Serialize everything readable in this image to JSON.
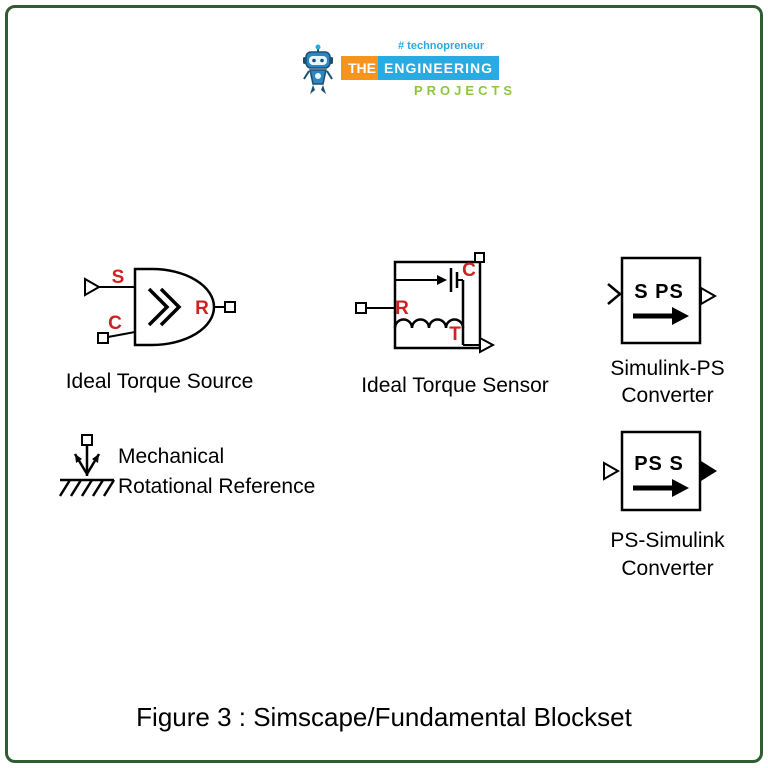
{
  "colors": {
    "frame_border_green": "#2f5d31",
    "port_label_red": "#cc2222",
    "logo_orange": "#f7941e",
    "logo_blue": "#29abe2",
    "logo_green": "#8dc63f"
  },
  "logo": {
    "tagline": "# technopreneur",
    "the": "THE",
    "engineering": "ENGINEERING",
    "projects": "PROJECTS"
  },
  "blocks": {
    "ideal_torque_source": {
      "label": "Ideal Torque Source",
      "ports": {
        "s": "S",
        "c": "C",
        "r": "R"
      }
    },
    "ideal_torque_sensor": {
      "label": "Ideal Torque Sensor",
      "ports": {
        "r": "R",
        "c": "C",
        "t": "T"
      }
    },
    "simulink_ps_converter": {
      "inner_label": "S PS",
      "label_line1": "Simulink-PS",
      "label_line2": "Converter"
    },
    "mechanical_rotational_reference": {
      "label_line1": "Mechanical",
      "label_line2": "Rotational Reference"
    },
    "ps_simulink_converter": {
      "inner_label": "PS S",
      "label_line1": "PS-Simulink",
      "label_line2": "Converter"
    }
  },
  "caption": "Figure 3 : Simscape/Fundamental Blockset"
}
